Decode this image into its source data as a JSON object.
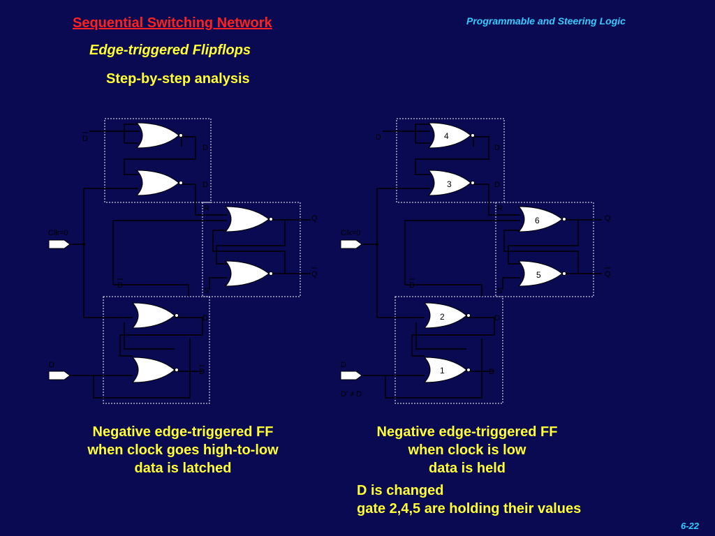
{
  "header": {
    "title": "Sequential Switching Network",
    "subtitle": "Edge-triggered Flipflops",
    "step": "Step-by-step analysis",
    "section": "Programmable and Steering Logic"
  },
  "left_diagram": {
    "labels": {
      "d_bar": "D",
      "d1": "D",
      "d2": "D",
      "r": "R",
      "q": "Q",
      "clk": "Clk=0",
      "d_bar2": "D",
      "s": "S",
      "q_bar": "Q",
      "d3": "D",
      "d_in": "D",
      "d_bottom": "D"
    }
  },
  "right_diagram": {
    "labels": {
      "d_top": "D",
      "d1": "D",
      "d2": "D",
      "r": "R",
      "q": "Q",
      "clk": "Clk=0",
      "d_bar": "D",
      "s": "S",
      "q_bar": "Q",
      "d3": "D",
      "d_in": "D",
      "d_bottom": "D",
      "d_change": "D' ≠ D"
    },
    "gate_numbers": [
      "4",
      "3",
      "6",
      "5",
      "2",
      "1"
    ]
  },
  "captions": {
    "left": [
      "Negative edge-triggered FF",
      "when clock goes high-to-low",
      "data is latched"
    ],
    "right": [
      "Negative edge-triggered FF",
      "when clock is low",
      "data is held"
    ],
    "note": [
      "D is changed",
      "gate 2,4,5 are holding their values"
    ]
  },
  "page_number": "6-22"
}
